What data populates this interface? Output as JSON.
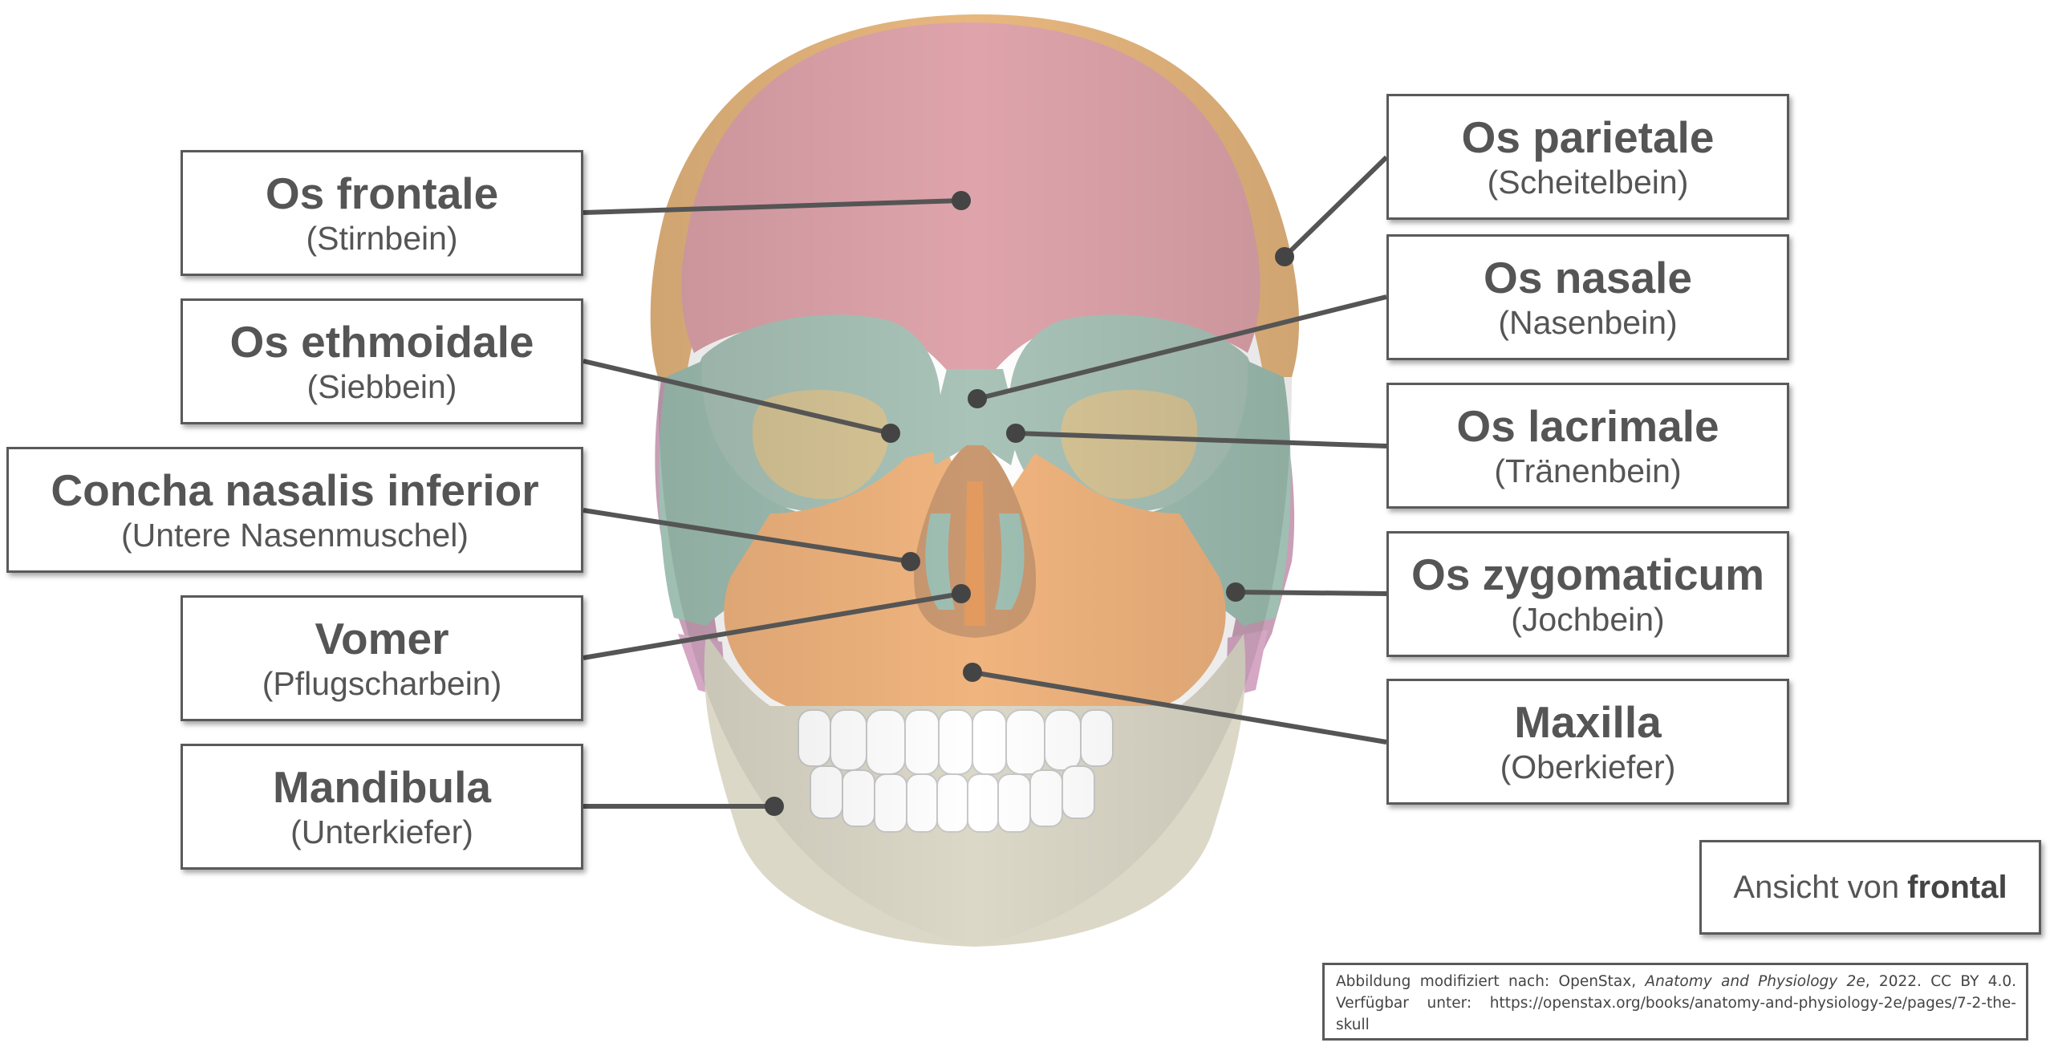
{
  "labels": [
    {
      "id": "frontale",
      "latin": "Os frontale",
      "german": "(Stirnbein)"
    },
    {
      "id": "ethmoidale",
      "latin": "Os ethmoidale",
      "german": "(Siebbein)"
    },
    {
      "id": "concha",
      "latin": "Concha nasalis inferior",
      "german": "(Untere Nasenmuschel)"
    },
    {
      "id": "vomer",
      "latin": "Vomer",
      "german": "(Pflugscharbein)"
    },
    {
      "id": "mandibula",
      "latin": "Mandibula",
      "german": "(Unterkiefer)"
    },
    {
      "id": "parietale",
      "latin": "Os parietale",
      "german": "(Scheitelbein)"
    },
    {
      "id": "nasale",
      "latin": "Os nasale",
      "german": "(Nasenbein)"
    },
    {
      "id": "lacrimale",
      "latin": "Os lacrimale",
      "german": "(Tränenbein)"
    },
    {
      "id": "zygomaticum",
      "latin": "Os zygomaticum",
      "german": "(Jochbein)"
    },
    {
      "id": "maxilla",
      "latin": "Maxilla",
      "german": "(Oberkiefer)"
    }
  ],
  "view": {
    "prefix": "Ansicht von",
    "direction": "frontal"
  },
  "source": {
    "prefix": "Abbildung modifiziert nach: OpenStax, ",
    "work": "Anatomy and Physiology 2e",
    "suffix": ", 2022. CC BY 4.0. Verfügbar unter: https://openstax.org/books/anatomy-and-physiology-2e/pages/7-2-the-skull"
  },
  "colors": {
    "frontal": "#dfa4ab",
    "parietal": "#e7b77e",
    "maxilla": "#f0b47e",
    "zygomatic": "#9fbfb3",
    "mandible": "#dcd8c8",
    "ethmoid": "#d7c596",
    "sphenoid": "#c89fb6",
    "teeth": "#ffffff",
    "leader": "#555555"
  }
}
